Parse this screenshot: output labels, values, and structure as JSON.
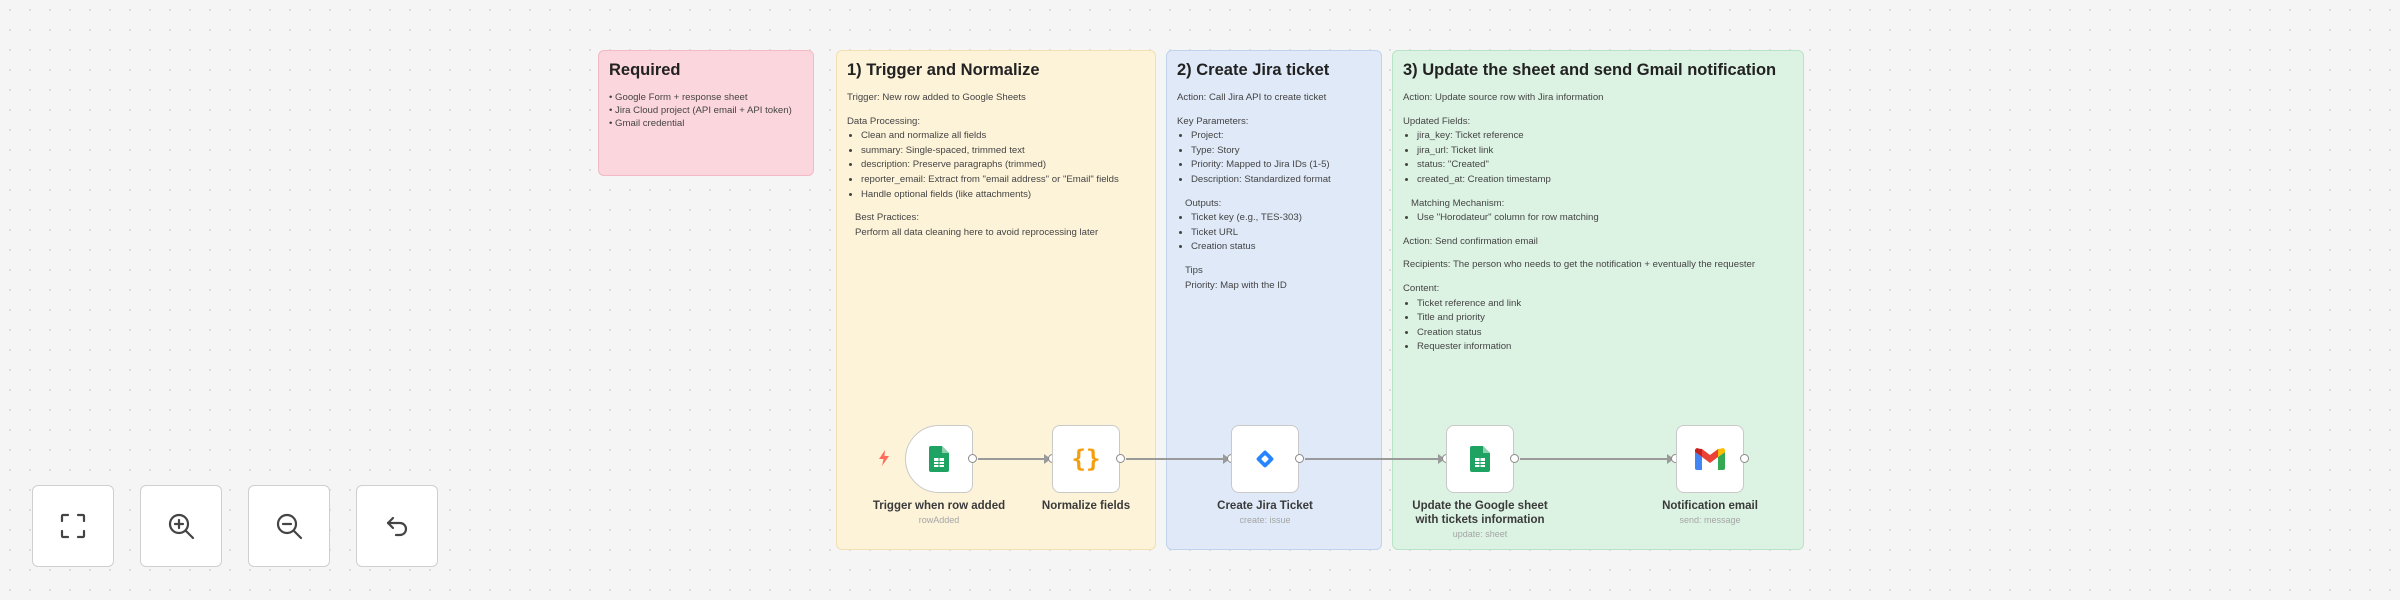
{
  "notes": {
    "required": {
      "title": "Required",
      "lines": [
        "• Google Form + response sheet",
        "• Jira Cloud project (API email + API token)",
        "• Gmail credential"
      ]
    },
    "trigger": {
      "title": "1) Trigger and Normalize",
      "trigger_line": "Trigger: New row added to Google Sheets",
      "processing_heading": "Data Processing:",
      "processing_items": [
        "Clean and normalize all fields",
        "summary: Single-spaced, trimmed text",
        "description: Preserve paragraphs (trimmed)",
        "reporter_email: Extract from \"email address\" or \"Email\" fields",
        "Handle optional fields (like attachments)"
      ],
      "best_practices_heading": "Best Practices:",
      "best_practices_text": "Perform all data cleaning here to avoid reprocessing later"
    },
    "jira": {
      "title": "2) Create Jira ticket",
      "action_line": "Action: Call Jira API to create ticket",
      "params_heading": "Key Parameters:",
      "params_items": [
        "Project:",
        "Type: Story",
        "Priority: Mapped to Jira IDs (1-5)",
        "Description: Standardized format"
      ],
      "outputs_heading": "Outputs:",
      "outputs_items": [
        "Ticket key (e.g., TES-303)",
        "Ticket URL",
        "Creation status"
      ],
      "tips_heading": "Tips",
      "tips_text": "Priority: Map with the ID"
    },
    "update": {
      "title": "3) Update the sheet and send Gmail notification",
      "action_line": "Action: Update source row with Jira information",
      "updated_heading": "Updated Fields:",
      "updated_items": [
        "jira_key: Ticket reference",
        "jira_url: Ticket link",
        "status: \"Created\"",
        "created_at: Creation timestamp"
      ],
      "matching_heading": "Matching Mechanism:",
      "matching_items": [
        "Use \"Horodateur\" column for row matching"
      ],
      "send_action": "Action: Send confirmation email",
      "recipients": "Recipients: The person who needs to get the notification + eventually the requester",
      "content_heading": "Content:",
      "content_items": [
        "Ticket reference and link",
        "Title and priority",
        "Creation status",
        "Requester information"
      ]
    }
  },
  "nodes": [
    {
      "id": "trigger",
      "label": "Trigger when row added",
      "sub": "rowAdded",
      "icon": "google-sheets-icon"
    },
    {
      "id": "normalize",
      "label": "Normalize fields",
      "sub": "",
      "icon": "code-braces-icon"
    },
    {
      "id": "jira",
      "label": "Create Jira Ticket",
      "sub": "create: issue",
      "icon": "jira-icon"
    },
    {
      "id": "update",
      "label": "Update the Google sheet with tickets information",
      "sub": "update: sheet",
      "icon": "google-sheets-icon"
    },
    {
      "id": "gmail",
      "label": "Notification email",
      "sub": "send: message",
      "icon": "gmail-icon"
    }
  ],
  "controls": [
    {
      "name": "fit-view-button",
      "icon": "fullscreen-icon"
    },
    {
      "name": "zoom-in-button",
      "icon": "zoom-in-icon"
    },
    {
      "name": "zoom-out-button",
      "icon": "zoom-out-icon"
    },
    {
      "name": "reset-button",
      "icon": "undo-icon"
    }
  ],
  "colors": {
    "required_note": "#fbd6dd",
    "trigger_note": "#fdf3d9",
    "jira_note": "#dfe9f8",
    "update_note": "#dcf3e3",
    "sheets_green": "#1ea362",
    "code_orange": "#f59e0b",
    "jira_blue": "#2684ff"
  }
}
